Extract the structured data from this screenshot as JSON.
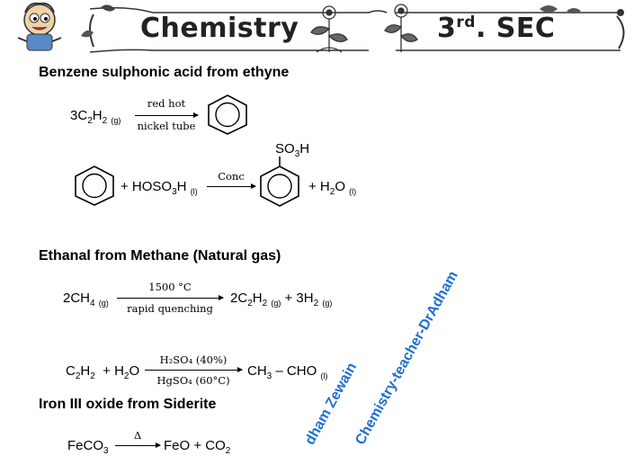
{
  "header": {
    "subject": "Chemistry",
    "grade_num": "3",
    "grade_sup": "rd",
    "grade_rest": ". SEC"
  },
  "sections": [
    {
      "heading": "Benzene sulphonic acid from ethyne",
      "eq1": {
        "reactant": "3C",
        "sub1": "2",
        "mid": "H",
        "sub2": "2",
        "state": "(g)",
        "cond_top": "red hot",
        "cond_bottom": "nickel tube"
      },
      "eq2": {
        "plus_reagent": "+ HOSO",
        "sub": "3",
        "h": "H",
        "state": "(l)",
        "cond_top": "Conc",
        "substituent": "SO",
        "substituent_sub": "3",
        "substituent_h": "H",
        "product": "+ H",
        "product_sub": "2",
        "product_o": "O",
        "product_state": "(l)"
      }
    },
    {
      "heading": "Ethanal from Methane (Natural gas)",
      "eq1": {
        "reactant": "2CH",
        "sub": "4",
        "state": "(g)",
        "cond_top": "1500 °C",
        "cond_bottom": "rapid quenching",
        "p1": "2C",
        "p1s1": "2",
        "p1m": "H",
        "p1s2": "2",
        "p1state": "(g)",
        "p2": "+ 3H",
        "p2s": "2",
        "p2state": "(g)"
      },
      "eq2": {
        "r1": "C",
        "r1s1": "2",
        "r1m": "H",
        "r1s2": "2",
        "r2": "+ H",
        "r2s": "2",
        "r2o": "O",
        "cond_top": "H₂SO₄ (40%)",
        "cond_bottom": "HgSO₄ (60°C)",
        "product": "CH",
        "product_sub": "3",
        "product_rest": "– CHO",
        "product_state": "(l)"
      }
    },
    {
      "heading": "Iron III oxide from Siderite",
      "eq1": {
        "reactant": "FeCO",
        "sub": "3",
        "cond_top": "Δ",
        "product": "FeO + CO",
        "product_sub": "2"
      }
    }
  ],
  "watermark": {
    "line1": "Chemistry-teacher-DrAdham",
    "line2": "dham Zewain"
  }
}
